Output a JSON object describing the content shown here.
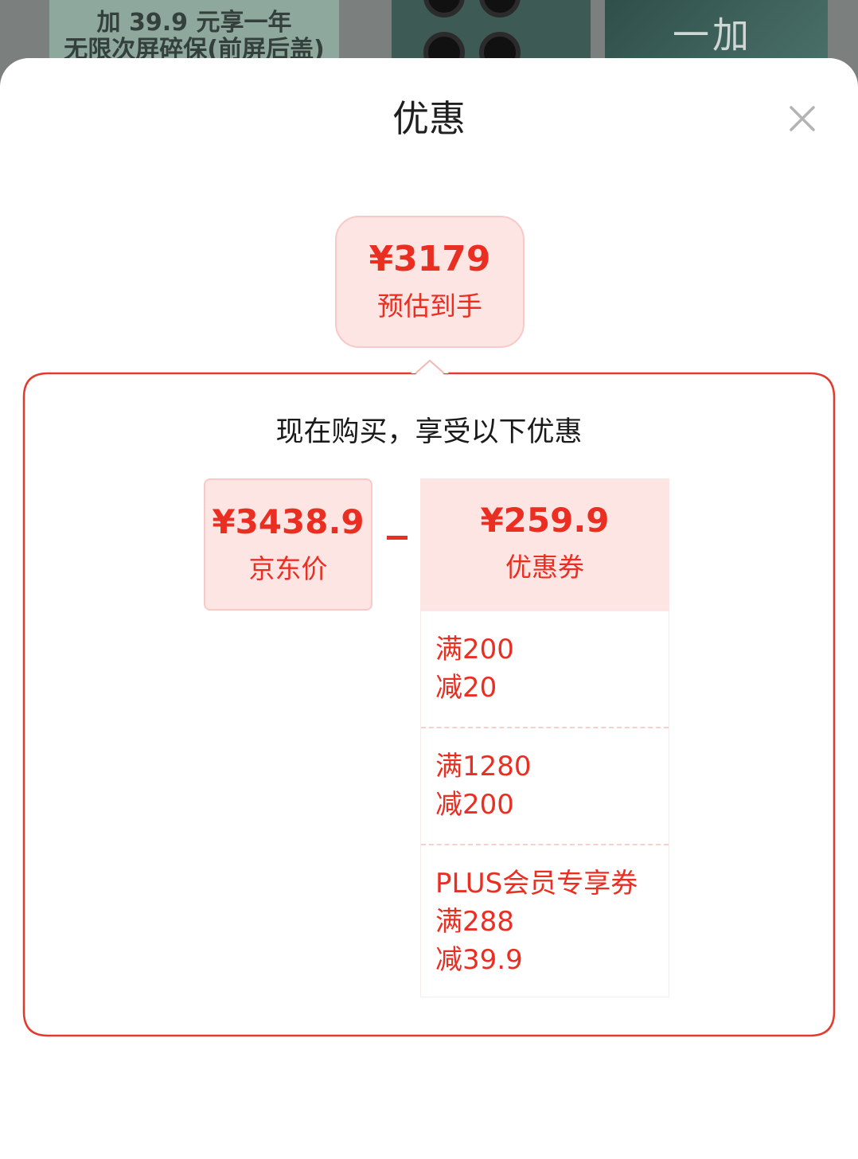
{
  "background": {
    "promo_line1": "加 39.9 元享一年",
    "promo_line2": "无限次屏碎保(前屏后盖)",
    "brand_text": "一加"
  },
  "sheet": {
    "title": "优惠",
    "close_icon": "close-icon"
  },
  "estimate": {
    "price": "¥3179",
    "label": "预估到手"
  },
  "breakdown": {
    "headline": "现在购买，享受以下优惠",
    "jd_price": {
      "value": "¥3438.9",
      "label": "京东价"
    },
    "operator": "minus",
    "coupon_total": {
      "value": "¥259.9",
      "label": "优惠券"
    },
    "coupons": [
      {
        "lines": [
          "满200",
          "减20"
        ]
      },
      {
        "lines": [
          "满1280",
          "减200"
        ]
      },
      {
        "lines": [
          "PLUS会员专享券",
          "满288",
          "减39.9"
        ]
      }
    ]
  },
  "colors": {
    "accent": "#ea2e22",
    "card_bg": "#fde5e4",
    "card_border": "#f8c9c6",
    "frame": "#e23a2f"
  }
}
